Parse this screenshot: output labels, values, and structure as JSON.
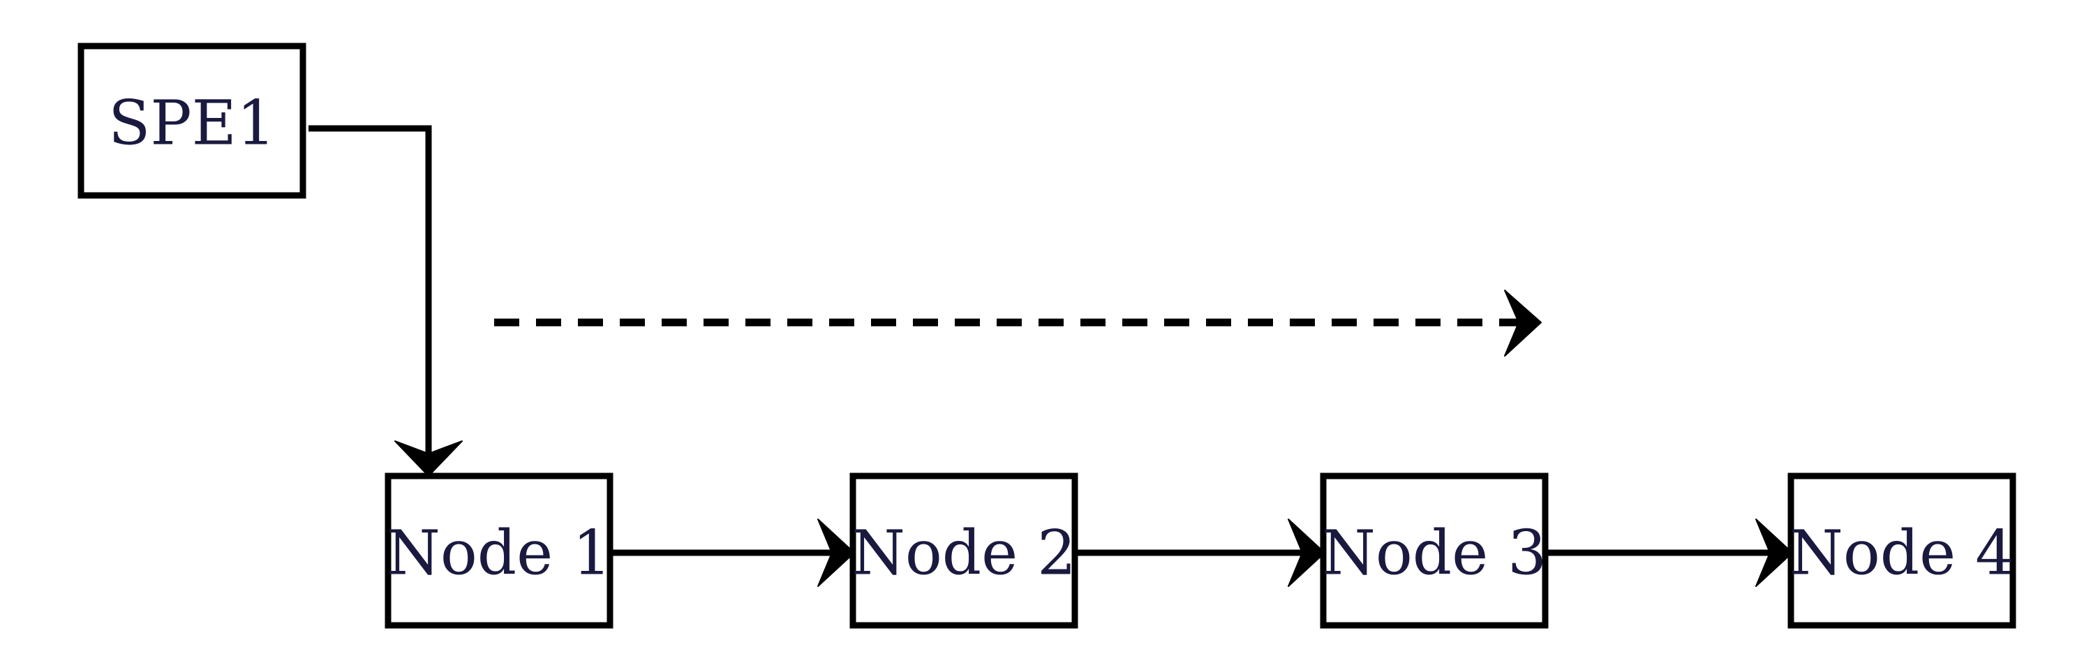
{
  "diagram": {
    "source": {
      "label": "SPE1"
    },
    "nodes": [
      {
        "label": "Node 1"
      },
      {
        "label": "Node 2"
      },
      {
        "label": "Node 3"
      },
      {
        "label": "Node 4"
      }
    ],
    "edges": [
      {
        "from": "SPE1",
        "to": "Node 1",
        "style": "solid"
      },
      {
        "from": "Node 1",
        "to": "Node 2",
        "style": "solid"
      },
      {
        "from": "Node 2",
        "to": "Node 3",
        "style": "solid"
      },
      {
        "from": "Node 3",
        "to": "Node 4",
        "style": "solid"
      }
    ],
    "flow_indicator": {
      "style": "dashed",
      "direction": "right"
    },
    "colors": {
      "stroke": "#000000",
      "text": "#1a1a40",
      "background": "#ffffff"
    }
  }
}
